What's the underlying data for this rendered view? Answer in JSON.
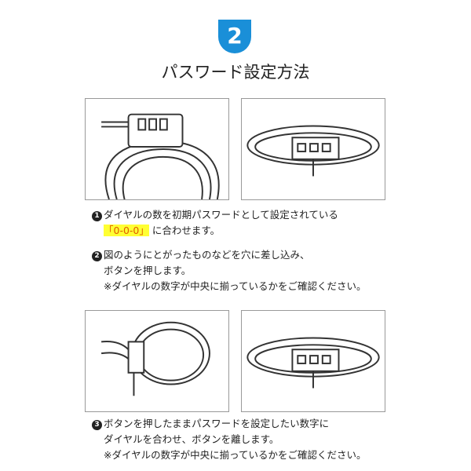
{
  "badge": "2",
  "title": "パスワード設定方法",
  "steps": [
    {
      "num": "1",
      "lines": [
        "ダイヤルの数を初期パスワードとして設定されている"
      ],
      "highlight": "「0-0-0」",
      "after": "に合わせます。"
    },
    {
      "num": "2",
      "lines": [
        "図のようにとがったものなどを穴に差し込み、",
        "ボタンを押します。",
        "※ダイヤルの数字が中央に揃っているかをご確認ください。"
      ]
    },
    {
      "num": "3",
      "lines": [
        "ボタンを押したままパスワードを設定したい数字に",
        "ダイヤルを合わせ、ボタンを離します。",
        "※ダイヤルの数字が中央に揃っているかをご確認ください。"
      ]
    }
  ],
  "colors": {
    "badge": "#1a8fd8",
    "highlight": "#ffff33"
  }
}
